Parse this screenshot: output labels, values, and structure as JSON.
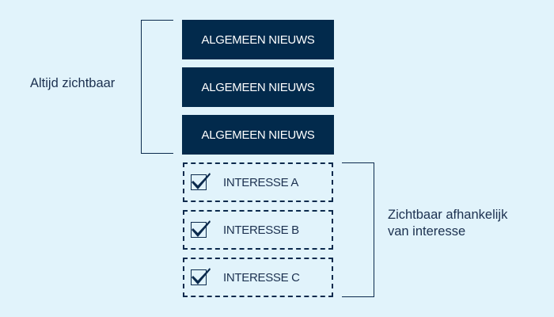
{
  "labels": {
    "always_visible": "Altijd zichtbaar",
    "conditional_line1": "Zichtbaar afhankelijk",
    "conditional_line2": "van interesse"
  },
  "news_blocks": [
    {
      "label": "ALGEMEEN NIEUWS"
    },
    {
      "label": "ALGEMEEN NIEUWS"
    },
    {
      "label": "ALGEMEEN NIEUWS"
    }
  ],
  "interests": [
    {
      "label": "INTERESSE A",
      "checked": true
    },
    {
      "label": "INTERESSE B",
      "checked": true
    },
    {
      "label": "INTERESSE C",
      "checked": true
    }
  ],
  "colors": {
    "background": "#e1f3fb",
    "navy": "#022a4c"
  }
}
